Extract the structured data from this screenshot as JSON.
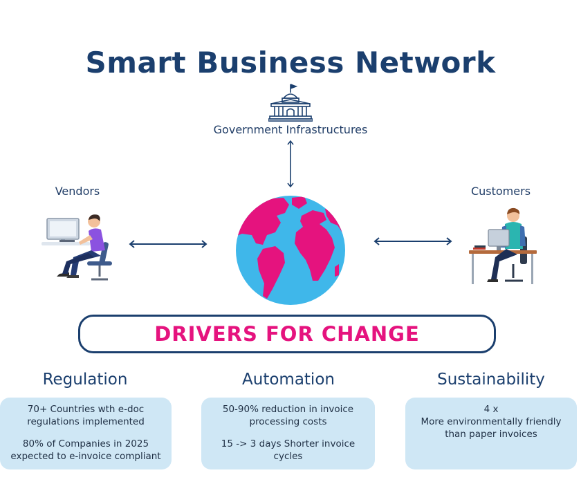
{
  "title": "Smart Business Network",
  "nodes": {
    "government": "Government Infrastructures",
    "vendors": "Vendors",
    "customers": "Customers"
  },
  "drivers_title": "DRIVERS FOR CHANGE",
  "pillars": [
    {
      "title": "Regulation",
      "lines": [
        "70+ Countries wth e-doc regulations implemented",
        "80% of Companies in 2025 expected to e-invoice compliant"
      ]
    },
    {
      "title": "Automation",
      "lines": [
        "50-90% reduction in invoice processing costs",
        "15 -> 3 days Shorter invoice cycles"
      ]
    },
    {
      "title": "Sustainability",
      "lines": [
        "4 x",
        "More environmentally friendly than paper invoices"
      ]
    }
  ],
  "icons": {
    "government": "government-building-icon",
    "globe": "globe-icon",
    "vendor": "person-at-computer-icon",
    "customer": "person-at-desk-icon"
  },
  "colors": {
    "navy": "#1b3f6e",
    "pink": "#e5137e",
    "card": "#cfe7f5",
    "ocean": "#3fb7ea"
  }
}
